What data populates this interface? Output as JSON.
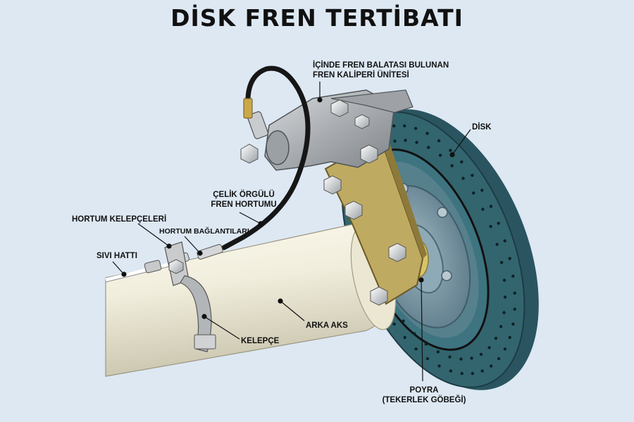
{
  "title": "DİSK FREN TERTİBATI",
  "labels": {
    "caliper_line1": "İÇİNDE FREN BALATASI BULUNAN",
    "caliper_line2": "FREN KALİPERİ ÜNİTESİ",
    "disc": "DİSK",
    "hose_line1": "ÇELİK ÖRGÜLÜ",
    "hose_line2": "FREN HORTUMU",
    "hose_clamps": "HORTUM KELEPÇELERİ",
    "hose_connections": "HORTUM BAĞLANTILARI",
    "fluid_line": "SIVI HATTI",
    "rear_axle": "ARKA AKS",
    "clamp": "KELEPÇE",
    "hub_line1": "POYRA",
    "hub_line2": "(TEKERLEK GÖBEĞİ)"
  },
  "colors": {
    "background": "#dde8f3",
    "disc": "#2f5f6a",
    "disc_edge": "#254b55",
    "axle": "#f2efe0",
    "bracket": "#bda860",
    "caliper": "#b9bcbf",
    "hose": "#161616"
  }
}
